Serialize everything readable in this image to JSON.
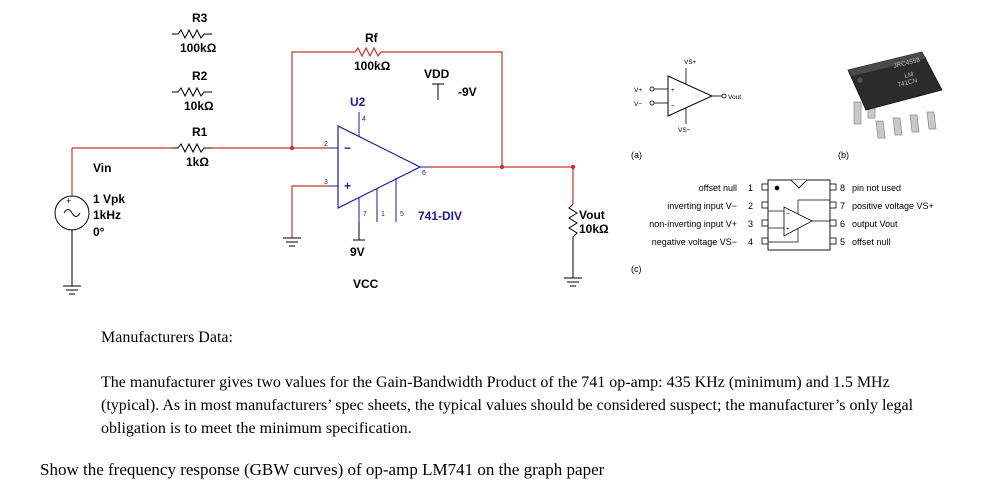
{
  "schematic": {
    "r3": {
      "ref": "R3",
      "value": "100kΩ"
    },
    "r2": {
      "ref": "R2",
      "value": "10kΩ"
    },
    "r1": {
      "ref": "R1",
      "value": "1kΩ"
    },
    "rf": {
      "ref": "Rf",
      "value": "100kΩ"
    },
    "vdd": {
      "name": "VDD",
      "value": "-9V"
    },
    "vcc": {
      "name": "VCC",
      "value": "9V"
    },
    "opamp": {
      "ref": "U2",
      "model": "741-DIV",
      "pin2": "2",
      "pin3": "3",
      "pin4": "4",
      "pin6": "6",
      "pin7": "7",
      "pin1": "1",
      "pin5": "5",
      "minus": "−",
      "plus": "+"
    },
    "source": {
      "name": "Vin",
      "amplitude": "1 Vpk",
      "frequency": "1kHz",
      "phase": "0°"
    },
    "load": {
      "name": "Vout",
      "value": "10kΩ"
    }
  },
  "figure_a": {
    "label": "(a)",
    "vplus": "V+",
    "vminus": "V−",
    "vout": "Vout",
    "vsplus": "VS+",
    "vsminus": "VS−"
  },
  "figure_b": {
    "label": "(b)",
    "marking1": "JRC4558",
    "marking2": "LM",
    "marking3": "741CN"
  },
  "figure_c": {
    "label": "(c)",
    "left_pins": [
      {
        "name": "offset null",
        "num": "1"
      },
      {
        "name": "inverting input V−",
        "num": "2"
      },
      {
        "name": "non-inverting input V+",
        "num": "3"
      },
      {
        "name": "negative voltage VS−",
        "num": "4"
      }
    ],
    "right_pins": [
      {
        "name": "pin not used",
        "num": "8"
      },
      {
        "name": "positive voltage VS+",
        "num": "7"
      },
      {
        "name": "output Vout",
        "num": "6"
      },
      {
        "name": "offset null",
        "num": "5"
      }
    ]
  },
  "text": {
    "heading": "Manufacturers Data:",
    "body": "The manufacturer gives two values for the Gain-Bandwidth Product of the 741 op-amp: 435 KHz (minimum) and 1.5 MHz (typical). As in most manufacturers’ spec sheets, the typical values should be considered suspect; the manufacturer’s only legal obligation is to meet the minimum specification.",
    "task": "Show the frequency response (GBW curves) of op-amp LM741 on the graph paper"
  }
}
